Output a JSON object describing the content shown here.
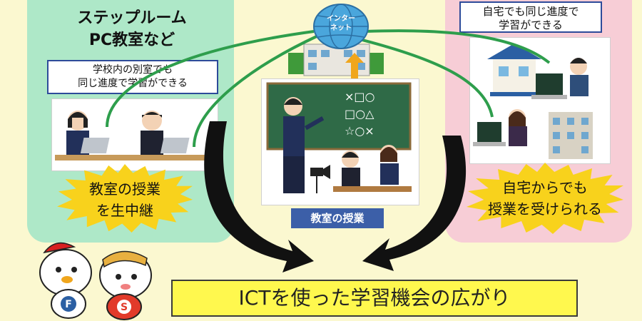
{
  "left_panel": {
    "title_line1": "ステップルーム",
    "title_line2": "PC教室など",
    "callout_line1": "学校内の別室でも",
    "callout_line2": "同じ進度で学習ができる",
    "burst_line1": "教室の授業",
    "burst_line2": "を生中継"
  },
  "center": {
    "globe_line1": "インター",
    "globe_line2": "ネット",
    "classroom_label": "教室の授業"
  },
  "right_panel": {
    "callout_line1": "自宅でも同じ進度で",
    "callout_line2": "学習ができる",
    "burst_line1": "自宅からでも",
    "burst_line2": "授業を受けられる"
  },
  "mascots": {
    "left_letter": "F",
    "right_letter": "S"
  },
  "banner": {
    "text": "ICTを使った学習機会の広がり"
  },
  "colors": {
    "background": "#fbf8d0",
    "left_panel": "#aee8c8",
    "right_panel": "#f7cdd6",
    "network_line": "#2e9e4c",
    "banner_fill": "#fff84e",
    "burst_fill": "#f8d21c",
    "label_fill": "#3c5fa8"
  },
  "icons": [
    "globe-icon",
    "school-building-icon",
    "house-icon",
    "apartment-icon",
    "laptop-icon",
    "video-camera-icon",
    "up-arrow-icon",
    "curved-arrow-icon"
  ]
}
